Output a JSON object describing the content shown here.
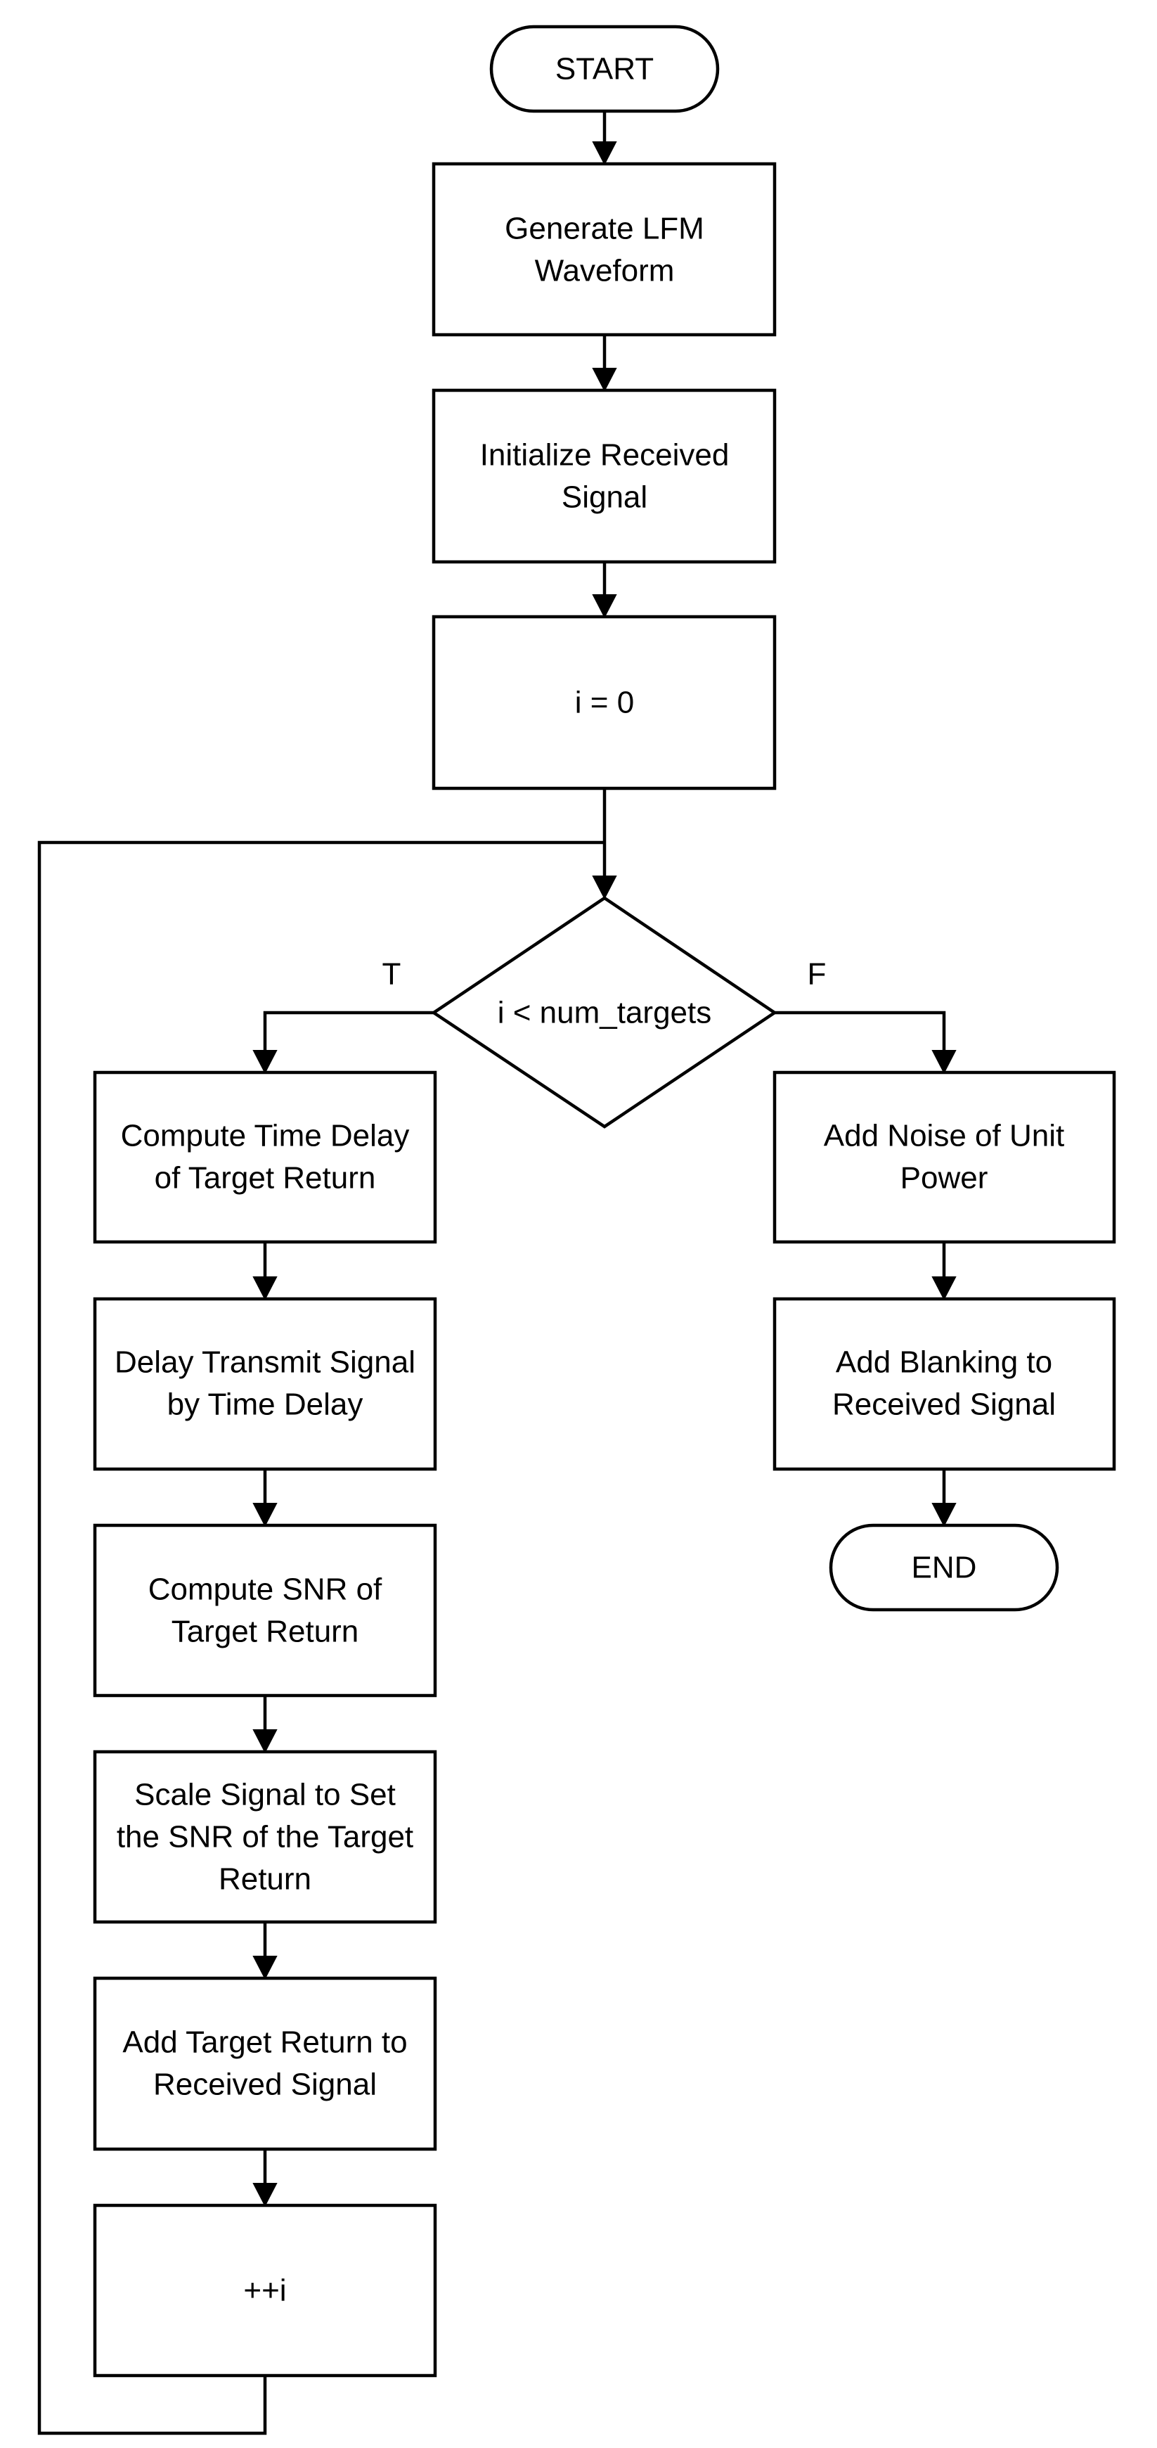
{
  "nodes": {
    "start": {
      "type": "terminator",
      "lines": [
        "START"
      ]
    },
    "generate_lfm": {
      "type": "process",
      "lines": [
        "Generate LFM",
        "Waveform"
      ]
    },
    "init_received": {
      "type": "process",
      "lines": [
        "Initialize Received",
        "Signal"
      ]
    },
    "init_i": {
      "type": "process",
      "lines": [
        "i = 0"
      ]
    },
    "decision": {
      "type": "decision",
      "lines": [
        "i  < num_targets"
      ]
    },
    "compute_delay": {
      "type": "process",
      "lines": [
        "Compute Time Delay",
        "of Target Return"
      ]
    },
    "delay_transmit": {
      "type": "process",
      "lines": [
        "Delay Transmit Signal",
        "by Time Delay"
      ]
    },
    "compute_snr": {
      "type": "process",
      "lines": [
        "Compute SNR of",
        "Target Return"
      ]
    },
    "scale_signal": {
      "type": "process",
      "lines": [
        "Scale Signal to Set",
        "the SNR of the Target",
        "Return"
      ]
    },
    "add_target": {
      "type": "process",
      "lines": [
        "Add Target Return to",
        "Received Signal"
      ]
    },
    "increment_i": {
      "type": "process",
      "lines": [
        "++i"
      ]
    },
    "add_noise": {
      "type": "process",
      "lines": [
        "Add Noise of Unit",
        "Power"
      ]
    },
    "add_blanking": {
      "type": "process",
      "lines": [
        "Add Blanking to",
        "Received Signal"
      ]
    },
    "end": {
      "type": "terminator",
      "lines": [
        "END"
      ]
    }
  },
  "branches": {
    "true_label": "T",
    "false_label": "F"
  },
  "edges": [
    {
      "from": "start",
      "to": "generate_lfm"
    },
    {
      "from": "generate_lfm",
      "to": "init_received"
    },
    {
      "from": "init_received",
      "to": "init_i"
    },
    {
      "from": "init_i",
      "to": "decision"
    },
    {
      "from": "decision",
      "to": "compute_delay",
      "label": "T"
    },
    {
      "from": "decision",
      "to": "add_noise",
      "label": "F"
    },
    {
      "from": "compute_delay",
      "to": "delay_transmit"
    },
    {
      "from": "delay_transmit",
      "to": "compute_snr"
    },
    {
      "from": "compute_snr",
      "to": "scale_signal"
    },
    {
      "from": "scale_signal",
      "to": "add_target"
    },
    {
      "from": "add_target",
      "to": "increment_i"
    },
    {
      "from": "increment_i",
      "to": "decision"
    },
    {
      "from": "add_noise",
      "to": "add_blanking"
    },
    {
      "from": "add_blanking",
      "to": "end"
    }
  ],
  "colors": {
    "stroke": "#000000",
    "fill": "#ffffff",
    "text": "#000000"
  }
}
